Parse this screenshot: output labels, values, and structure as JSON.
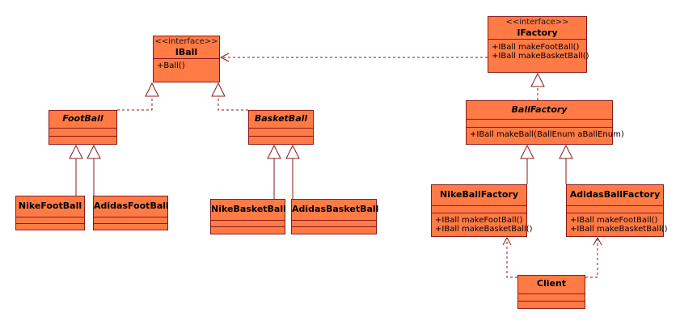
{
  "diagram": {
    "colors": {
      "class_fill": "#ff7a45",
      "class_border": "#8b1a1a",
      "relation_line": "#8b1a1a",
      "background": "#ffffff"
    },
    "classes": {
      "iball": {
        "stereotype": "<<interface>>",
        "name": "IBall",
        "ops": [
          "+Ball()"
        ]
      },
      "ifactory": {
        "stereotype": "<<interface>>",
        "name": "IFactory",
        "ops": [
          "+IBall makeFootBall()",
          "+IBall makeBasketBall()"
        ]
      },
      "football": {
        "name": "FootBall"
      },
      "basketball": {
        "name": "BasketBall"
      },
      "nikefootball": {
        "name": "NikeFootBall"
      },
      "adidasfootball": {
        "name": "AdidasFootBall"
      },
      "nikebasketball": {
        "name": "NikeBasketBall"
      },
      "adidasbasketball": {
        "name": "AdidasBasketBall"
      },
      "ballfactory": {
        "name": "BallFactory",
        "ops": [
          "+IBall makeBall(BallEnum aBallEnum)"
        ]
      },
      "nikeballfactory": {
        "name": "NikeBallFactory",
        "ops": [
          "+IBall makeFootBall()",
          "+IBall makeBasketBall()"
        ]
      },
      "adidasballfactory": {
        "name": "AdidasBallFactory",
        "ops": [
          "+IBall makeFootBall()",
          "+IBall makeBasketBall()"
        ]
      },
      "client": {
        "name": "Client"
      }
    }
  }
}
